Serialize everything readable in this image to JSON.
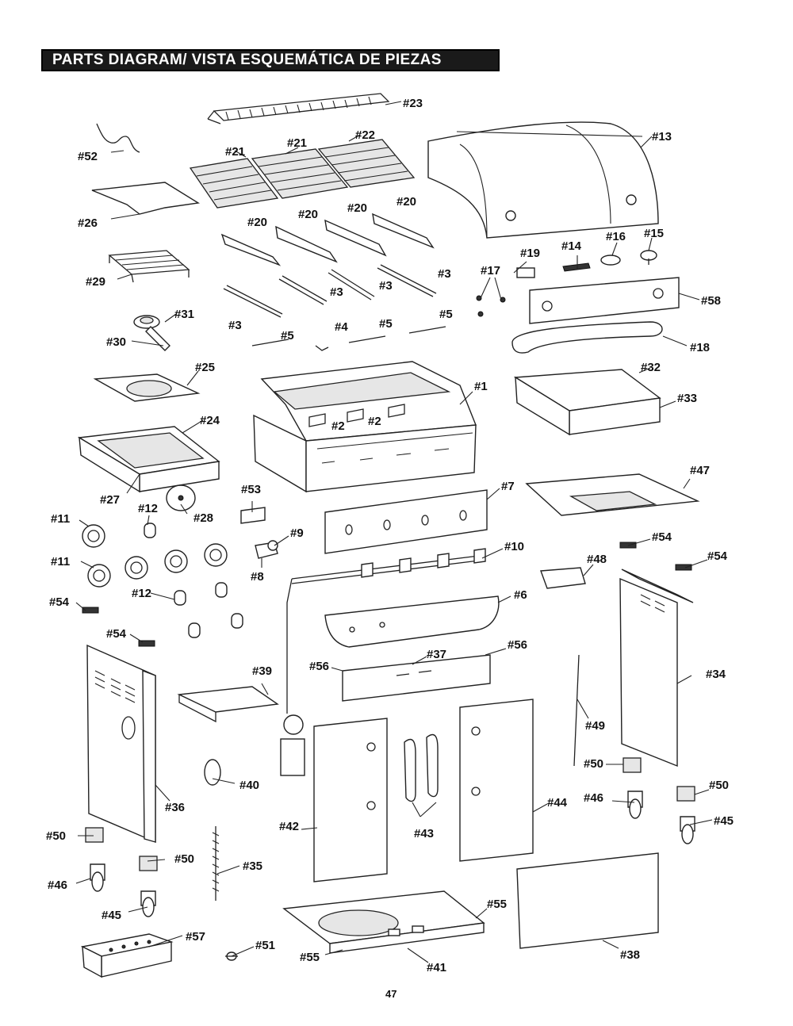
{
  "header": {
    "title": "PARTS DIAGRAM/ VISTA ESQUEMÁTICA DE PIEZAS"
  },
  "labels": {
    "p1": "#1",
    "p2a": "#2",
    "p2b": "#2",
    "p3a": "#3",
    "p3b": "#3",
    "p3c": "#3",
    "p3d": "#3",
    "p4": "#4",
    "p5a": "#5",
    "p5b": "#5",
    "p5c": "#5",
    "p6": "#6",
    "p7": "#7",
    "p8": "#8",
    "p9": "#9",
    "p10": "#10",
    "p11a": "#11",
    "p11b": "#11",
    "p12a": "#12",
    "p12b": "#12",
    "p13": "#13",
    "p14": "#14",
    "p15": "#15",
    "p16": "#16",
    "p17": "#17",
    "p18": "#18",
    "p19": "#19",
    "p20a": "#20",
    "p20b": "#20",
    "p20c": "#20",
    "p20d": "#20",
    "p21a": "#21",
    "p21b": "#21",
    "p22": "#22",
    "p23": "#23",
    "p24": "#24",
    "p25": "#25",
    "p26": "#26",
    "p27": "#27",
    "p28": "#28",
    "p29": "#29",
    "p30": "#30",
    "p31": "#31",
    "p32": "#32",
    "p33": "#33",
    "p34": "#34",
    "p35": "#35",
    "p36": "#36",
    "p37": "#37",
    "p38": "#38",
    "p39": "#39",
    "p40": "#40",
    "p41": "#41",
    "p42": "#42",
    "p43": "#43",
    "p44": "#44",
    "p45a": "#45",
    "p45b": "#45",
    "p46a": "#46",
    "p46b": "#46",
    "p47": "#47",
    "p48": "#48",
    "p49": "#49",
    "p50a": "#50",
    "p50b": "#50",
    "p50c": "#50",
    "p50d": "#50",
    "p51": "#51",
    "p52": "#52",
    "p53": "#53",
    "p54a": "#54",
    "p54b": "#54",
    "p54c": "#54",
    "p54d": "#54",
    "p55a": "#55",
    "p55b": "#55",
    "p56a": "#56",
    "p56b": "#56",
    "p57": "#57",
    "p58": "#58"
  },
  "page_number": "47",
  "colors": {
    "header_bg": "#1a1a1a",
    "header_text": "#ffffff",
    "ink": "#222222"
  }
}
